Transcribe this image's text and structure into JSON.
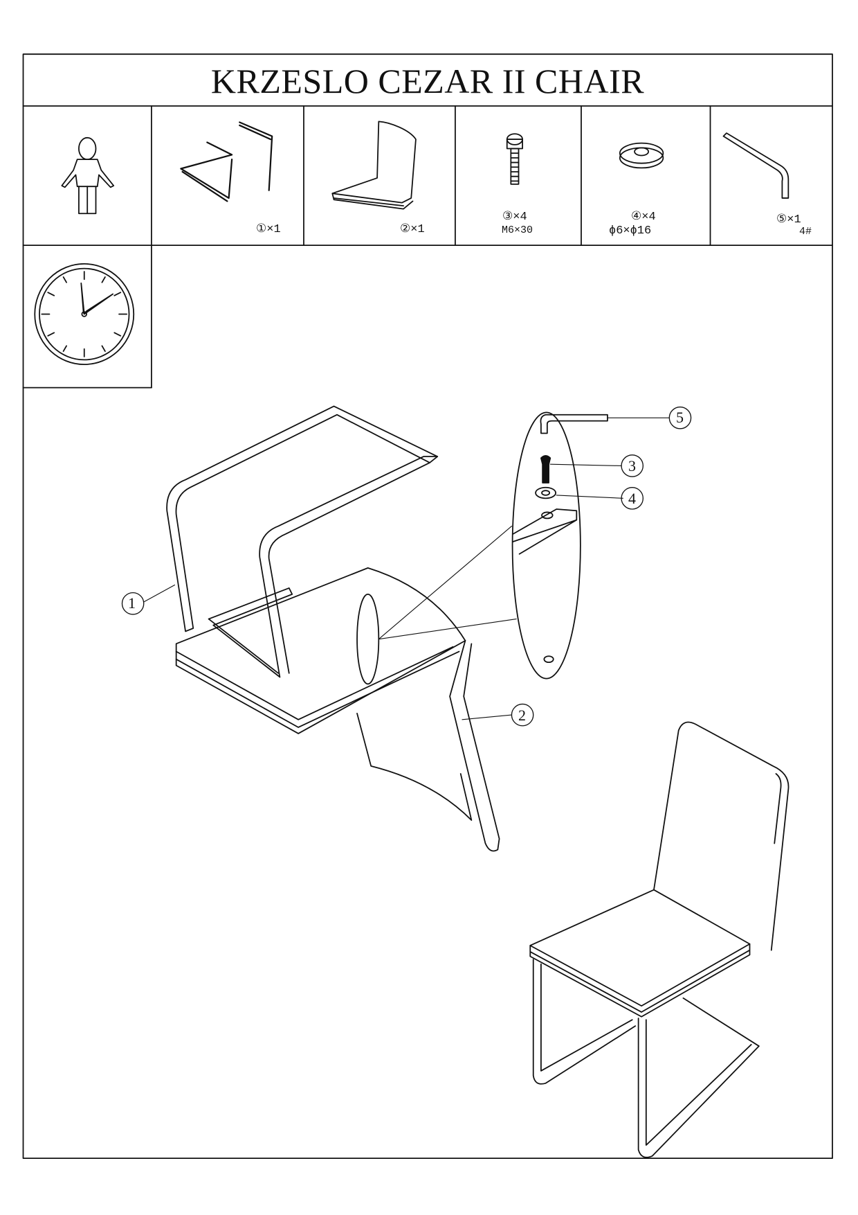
{
  "title": "KRZESLO CEZAR II CHAIR",
  "parts": [
    {
      "id": "1",
      "qty_label": "①×1",
      "name_icon": "frame"
    },
    {
      "id": "2",
      "qty_label": "②×1",
      "name_icon": "seat"
    },
    {
      "id": "3",
      "qty_label": "③×4",
      "spec": "M6×30",
      "name_icon": "bolt"
    },
    {
      "id": "4",
      "qty_label": "④×4",
      "spec": "ϕ6×ϕ16",
      "name_icon": "washer"
    },
    {
      "id": "5",
      "qty_label": "⑤×1",
      "spec": "4#",
      "name_icon": "hex-key"
    }
  ],
  "callouts": [
    "1",
    "2",
    "3",
    "4",
    "5"
  ]
}
